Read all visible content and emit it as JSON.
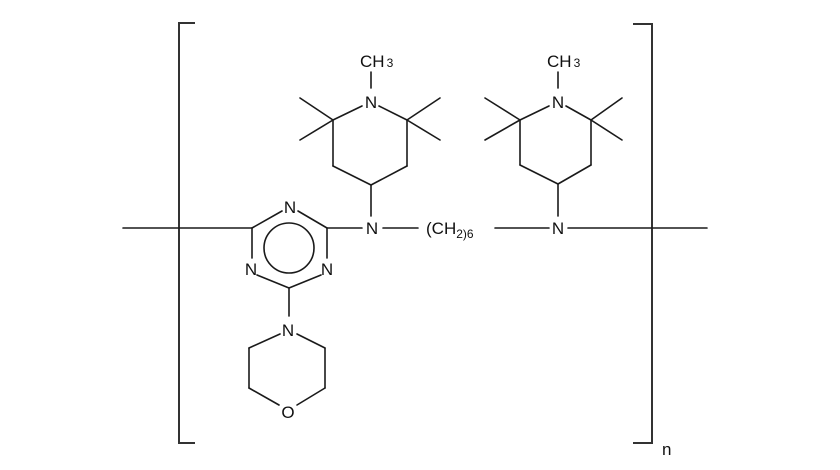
{
  "diagram": {
    "title": "Poly-triazine hindered amine light stabilizer repeat unit",
    "atoms": {
      "triazine_n_top": "N",
      "triazine_n_left": "N",
      "triazine_n_right": "N",
      "amine_n_left": "N",
      "amine_n_right": "N",
      "piperidine1_n": "N",
      "piperidine2_n": "N",
      "morpholine_n": "N",
      "morpholine_o": "O"
    },
    "methyl1": {
      "main": "CH",
      "sub": "3"
    },
    "methyl2": {
      "main": "CH",
      "sub": "3"
    },
    "linker": {
      "open": "(CH",
      "sub": "2",
      "close": ")6"
    },
    "repeat_subscript": "n"
  }
}
